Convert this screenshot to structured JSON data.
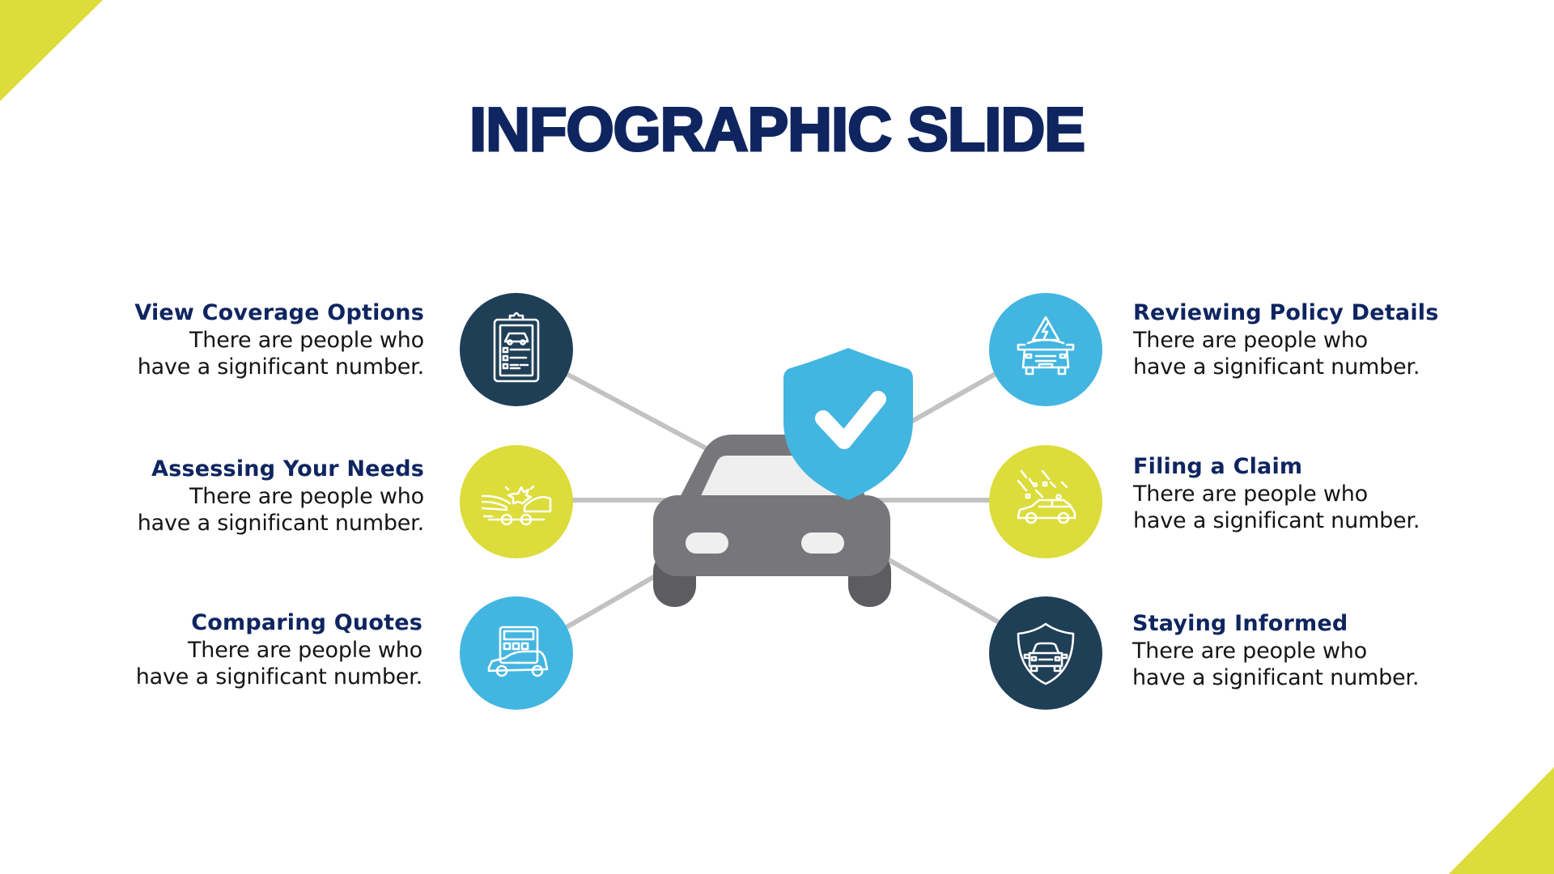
{
  "slide": {
    "title": "INFOGRAPHIC SLIDE",
    "colors": {
      "title": "#0f2560",
      "accent_lime": "#dcdc3a",
      "accent_blue": "#42b6e1",
      "accent_navy": "#1f3f57",
      "car_gray": "#77777b",
      "connector_gray": "#c2c2c2"
    }
  },
  "center_graphic": {
    "car_icon": "car-front-icon",
    "badge_icon": "shield-check-icon"
  },
  "items": [
    {
      "title": "View Coverage Options",
      "line1": "There are people who",
      "line2": "have a significant number.",
      "icon": "clipboard-car-icon",
      "color": "navy",
      "side": "left"
    },
    {
      "title": "Assessing Your Needs",
      "line1": "There are people who",
      "line2": "have a significant number.",
      "icon": "car-crash-icon",
      "color": "lime",
      "side": "left"
    },
    {
      "title": "Comparing Quotes",
      "line1": "There are people who",
      "line2": "have a significant number.",
      "icon": "calculator-car-icon",
      "color": "blue",
      "side": "left"
    },
    {
      "title": "Reviewing Policy Details",
      "line1": "There are people who",
      "line2": "have a significant number.",
      "icon": "car-electric-warning-icon",
      "color": "blue",
      "side": "right"
    },
    {
      "title": "Filing a Claim",
      "line1": "There are people who",
      "line2": "have a significant number.",
      "icon": "car-hail-icon",
      "color": "lime",
      "side": "right"
    },
    {
      "title": "Staying Informed",
      "line1": "There are people who",
      "line2": "have a significant number.",
      "icon": "shield-car-icon",
      "color": "navy",
      "side": "right"
    }
  ]
}
